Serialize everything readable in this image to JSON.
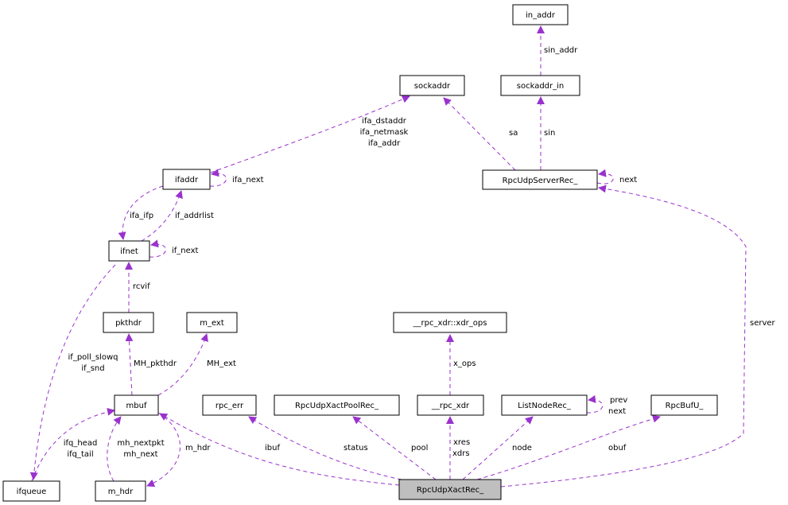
{
  "diagram": {
    "focus_node": "RpcUdpXactRec_",
    "edge_color": "#9a32cd",
    "focus_fill": "#bfbfbf",
    "nodes": {
      "in_addr": "in_addr",
      "sockaddr": "sockaddr",
      "sockaddr_in": "sockaddr_in",
      "RpcUdpServerRec_": "RpcUdpServerRec_",
      "ifaddr": "ifaddr",
      "ifnet": "ifnet",
      "pkthdr": "pkthdr",
      "m_ext": "m_ext",
      "mbuf": "mbuf",
      "rpc_err": "rpc_err",
      "RpcUdpXactPoolRec_": "RpcUdpXactPoolRec_",
      "rpc_xdr": "__rpc_xdr",
      "xdr_ops": "__rpc_xdr::xdr_ops",
      "ListNodeRec_": "ListNodeRec_",
      "RpcBufU_": "RpcBufU_",
      "ifqueue": "ifqueue",
      "m_hdr": "m_hdr",
      "RpcUdpXactRec_": "RpcUdpXactRec_"
    },
    "edge_labels": {
      "sin_addr": "sin_addr",
      "sin": "sin",
      "sa": "sa",
      "next_server": "next",
      "ifa_dstaddr": "ifa_dstaddr",
      "ifa_netmask": "ifa_netmask",
      "ifa_addr": "ifa_addr",
      "ifa_next": "ifa_next",
      "ifa_ifp": "ifa_ifp",
      "if_addrlist": "if_addrlist",
      "if_next": "if_next",
      "rcvif": "rcvif",
      "if_poll_slowq": "if_poll_slowq",
      "if_snd": "if_snd",
      "MH_pkthdr": "MH_pkthdr",
      "MH_ext": "MH_ext",
      "x_ops": "x_ops",
      "server": "server",
      "prev": "prev",
      "next_list": "next",
      "ifq_head": "ifq_head",
      "ifq_tail": "ifq_tail",
      "mh_nextpkt": "mh_nextpkt",
      "mh_next": "mh_next",
      "m_hdr": "m_hdr",
      "ibuf": "ibuf",
      "status": "status",
      "pool": "pool",
      "xres": "xres",
      "xdrs": "xdrs",
      "node": "node",
      "obuf": "obuf"
    }
  }
}
